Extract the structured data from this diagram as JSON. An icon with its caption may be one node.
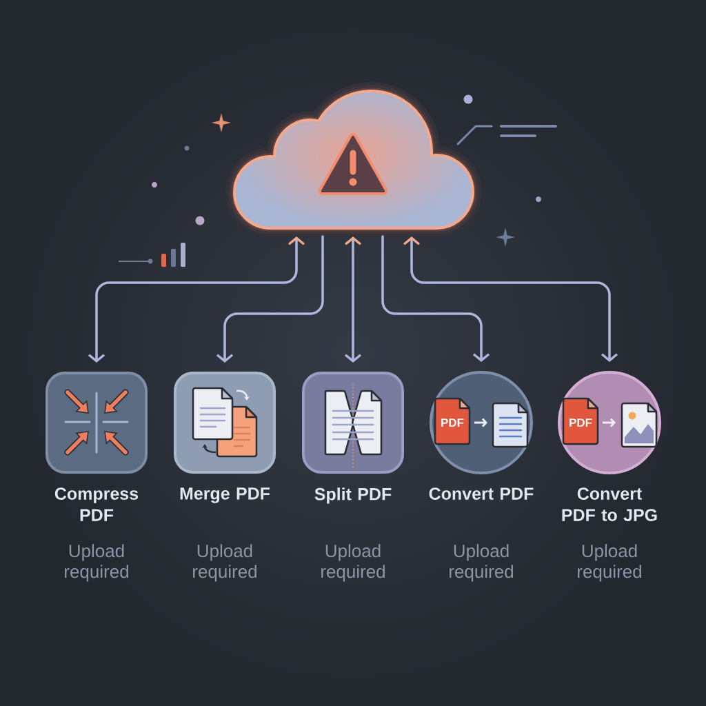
{
  "diagram": {
    "nodes": [
      {
        "text": [],
        "shape": "cloud"
      },
      {
        "text": [
          "Compress PDF",
          "Upload required"
        ]
      },
      {
        "text": [
          "Merge PDF",
          "Upload required"
        ]
      },
      {
        "text": [
          "Split PDF",
          "Upload required"
        ]
      },
      {
        "text": [
          "Convert PDF",
          "Upload required"
        ]
      },
      {
        "text": [
          "Convert PDF to JPG",
          "Upload required"
        ]
      }
    ],
    "edges": [
      {
        "from": 0,
        "to": 1,
        "arrow": "both"
      },
      {
        "from": 0,
        "to": 2,
        "arrow": "to"
      },
      {
        "from": 0,
        "to": 3,
        "arrow": "both"
      },
      {
        "from": 0,
        "to": 4,
        "arrow": "to"
      },
      {
        "from": 0,
        "to": 5,
        "arrow": "both"
      }
    ],
    "labels": [
      "PDF",
      "PDF"
    ]
  }
}
